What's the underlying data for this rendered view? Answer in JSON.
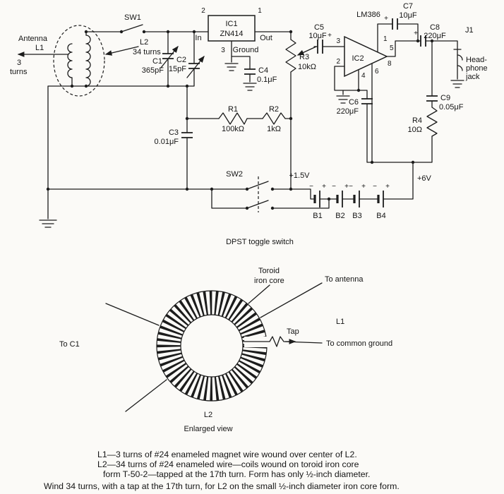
{
  "schematic": {
    "antenna_label": "Antenna",
    "l1_label": "L1",
    "l1_turns_a": "3",
    "l1_turns_b": "turns",
    "sw1_label": "SW1",
    "l2_label": "L2",
    "l2_turns": "34 turns",
    "c1_name": "C1",
    "c1_value": "365pF",
    "c2_name": "C2",
    "c2_value": "15pF",
    "ic1_pin2": "2",
    "ic1_in": "In",
    "ic1_name": "IC1",
    "ic1_part": "ZN414",
    "ic1_pin1": "1",
    "ic1_out": "Out",
    "ic1_pin3": "3",
    "ic1_ground": "Ground",
    "c4_name": "C4",
    "c4_value": "0.1μF",
    "r3_name": "R3",
    "r3_value": "10kΩ",
    "c5_name": "C5",
    "c5_value": "10μF",
    "c5_plus": "+",
    "ic2_part": "LM386",
    "ic2_name": "IC2",
    "pin1": "1",
    "pin2": "2",
    "pin3": "3",
    "pin4": "4",
    "pin5": "5",
    "pin6": "6",
    "pin8": "8",
    "c7_name": "C7",
    "c7_value": "10μF",
    "c7_plus": "+",
    "c8_name": "C8",
    "c8_value": "220μF",
    "c8_plus": "+",
    "j1_name": "J1",
    "j1_line1": "Head-",
    "j1_line2": "phone",
    "j1_line3": "jack",
    "c6_name": "C6",
    "c6_value": "220μF",
    "c9_name": "C9",
    "c9_value": "0.05μF",
    "r4_name": "R4",
    "r4_value": "10Ω",
    "r1_name": "R1",
    "r1_value": "100kΩ",
    "r2_name": "R2",
    "r2_value": "1kΩ",
    "c3_name": "C3",
    "c3_value": "0.01μF",
    "sw2_label": "SW2",
    "sw2_type": "DPST  toggle switch",
    "v15": "+1.5V",
    "v6": "+6V",
    "b1": "B1",
    "b2": "B2",
    "b3": "B3",
    "b4": "B4",
    "minus": "−",
    "plus": "+"
  },
  "toroid": {
    "core_a": "Toroid",
    "core_b": "iron core",
    "to_antenna": "To antenna",
    "l1": "L1",
    "tap": "Tap",
    "to_ground": "To common ground",
    "to_c1": "To C1",
    "l2": "L2",
    "caption": "Enlarged view"
  },
  "notes": {
    "line1": "L1—3 turns of #24 enameled magnet wire wound over center of L2.",
    "line2": "L2—34 turns of #24 enameled wire—coils wound on toroid iron core",
    "line3": "form T-50-2—tapped at the 17th turn. Form has only ½-inch diameter.",
    "footer": "Wind 34 turns, with a tap at the 17th turn, for L2 on the small ½-inch diameter iron core form."
  }
}
